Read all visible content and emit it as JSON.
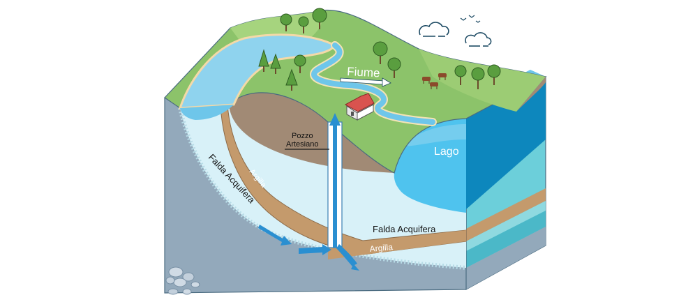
{
  "labels": {
    "river": "Fiume",
    "lake": "Lago",
    "well_line1": "Pozzo",
    "well_line2": "Artesiano",
    "aquifer_left": "Falda Acquifera",
    "aquifer_bottom": "Falda Acquifera",
    "clay_upper": "Argilla",
    "clay_lower": "Argilla"
  },
  "colors": {
    "grass": "#8cc36a",
    "grass_dark": "#6aa84f",
    "water": "#8fd3ee",
    "lake_deep": "#0d87bd",
    "clay": "#c49a6c",
    "soil": "#a18a75",
    "aquifer": "#d8f1f8",
    "bedrock": "#93a9bb",
    "side_cyan": "#6ccfda",
    "house_roof": "#d9534f"
  }
}
